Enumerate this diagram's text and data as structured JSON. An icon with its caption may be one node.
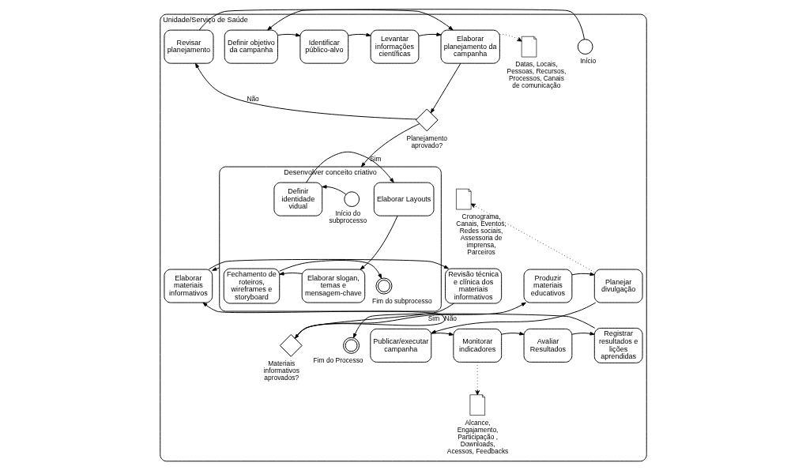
{
  "diagram": {
    "nodes": [
      {
        "text": [
          "Unidade/Serviço de Saúde"
        ]
      },
      {
        "text": [],
        "shape": "circle",
        "beside": [
          "Início"
        ],
        "in": 0
      },
      {
        "text": [
          "Definir objetivo da campanha"
        ],
        "in": 0
      },
      {
        "text": [
          "Identificar público-alvo"
        ],
        "in": 0
      },
      {
        "text": [
          "Levantar informações científicas"
        ],
        "in": 0
      },
      {
        "text": [
          "Elaborar planejamento da campanha"
        ],
        "in": 0
      },
      {
        "text": [],
        "shape": "document",
        "beside": [
          "Datas, Locais, Pessoas, Recursos, Processos, Canais de comunicação"
        ],
        "in": 0
      },
      {
        "text": [
          "Revisar planejamento"
        ],
        "in": 0
      },
      {
        "text": [],
        "shape": "diamond",
        "beside": [
          "Planejamento aprovado?"
        ],
        "in": 0
      },
      {
        "text": [
          "Desenvolver conceito criativo"
        ],
        "in": 0
      },
      {
        "text": [],
        "shape": "circle",
        "beside": [
          "Início do subprocesso"
        ],
        "in": 9
      },
      {
        "text": [
          "Definir identidade vidual"
        ],
        "in": 9
      },
      {
        "text": [
          "Elaborar Layouts"
        ],
        "in": 9
      },
      {
        "text": [
          "Elaborar slogan, temas e mensagem-chave"
        ],
        "in": 9
      },
      {
        "text": [
          "Fechamento de roteiros, wireframes e storyboard"
        ],
        "in": 9
      },
      {
        "text": [],
        "shape": "doublecircle",
        "beside": [
          "Fim do subprocesso"
        ],
        "in": 9
      },
      {
        "text": [
          "Elaborar materiais informativos"
        ],
        "in": 0
      },
      {
        "text": [
          "Revisão técnica e clínica dos materiais informativos"
        ],
        "in": 0
      },
      {
        "text": [],
        "shape": "diamond",
        "beside": [
          "Materiais informativos aprovados?"
        ],
        "in": 0
      },
      {
        "text": [
          "Produzir materiais educativos"
        ],
        "in": 0
      },
      {
        "text": [
          "Planejar divulgação"
        ],
        "in": 0
      },
      {
        "text": [],
        "shape": "document",
        "beside": [
          "Cronograma, Canais, Eventos, Redes sociais, Assessoria de imprensa, Parceiros"
        ],
        "in": 0
      },
      {
        "text": [],
        "shape": "document",
        "beside": [
          "Alcance, Engajamento, Participação , Downloads, Acessos, Feedbacks"
        ],
        "in": 0
      },
      {
        "text": [
          "Publicar/executar campanha"
        ],
        "in": 0
      },
      {
        "text": [
          "Monitorar indicadores"
        ],
        "in": 0
      },
      {
        "text": [
          "Avaliar Resultados"
        ],
        "in": 0
      },
      {
        "text": [
          "Registrar resultados e lições aprendidas"
        ],
        "in": 0
      },
      {
        "text": [],
        "shape": "doublecircle",
        "beside": [
          "Fim do Processo"
        ],
        "in": 0
      }
    ],
    "edges": [
      {
        "from": 1,
        "to": 2,
        "arrow": "to"
      },
      {
        "from": 2,
        "to": 3,
        "arrow": "to"
      },
      {
        "from": 3,
        "to": 4,
        "arrow": "to"
      },
      {
        "from": 4,
        "to": 5,
        "arrow": "to"
      },
      {
        "from": 5,
        "to": 6,
        "arrow": "to",
        "style": "dashed"
      },
      {
        "from": 5,
        "to": 8,
        "arrow": "to"
      },
      {
        "from": 8,
        "to": 9,
        "arrow": "to",
        "label": "Sim"
      },
      {
        "from": 8,
        "to": 7,
        "arrow": "to",
        "label": "Não"
      },
      {
        "from": 7,
        "to": 5,
        "arrow": "to"
      },
      {
        "from": 10,
        "to": 11,
        "arrow": "to"
      },
      {
        "from": 11,
        "to": 12,
        "arrow": "to"
      },
      {
        "from": 12,
        "to": 13,
        "arrow": "to"
      },
      {
        "from": 13,
        "to": 14,
        "arrow": "to"
      },
      {
        "from": 14,
        "to": 15,
        "arrow": "to"
      },
      {
        "from": 9,
        "to": 16,
        "arrow": "to"
      },
      {
        "from": 16,
        "to": 17,
        "arrow": "to"
      },
      {
        "from": 17,
        "to": 18,
        "arrow": "to"
      },
      {
        "from": 18,
        "to": 16,
        "arrow": "to",
        "label": "Não"
      },
      {
        "from": 18,
        "to": 19,
        "arrow": "to",
        "label": "Sim"
      },
      {
        "from": 19,
        "to": 20,
        "arrow": "to"
      },
      {
        "from": 20,
        "to": 21,
        "arrow": "to",
        "style": "dashed"
      },
      {
        "from": 20,
        "to": 23,
        "arrow": "to"
      },
      {
        "from": 23,
        "to": 24,
        "arrow": "to"
      },
      {
        "from": 24,
        "to": 22,
        "arrow": "to",
        "style": "dashed"
      },
      {
        "from": 24,
        "to": 25,
        "arrow": "to"
      },
      {
        "from": 25,
        "to": 26,
        "arrow": "to"
      },
      {
        "from": 26,
        "to": 27,
        "arrow": "to"
      }
    ]
  }
}
